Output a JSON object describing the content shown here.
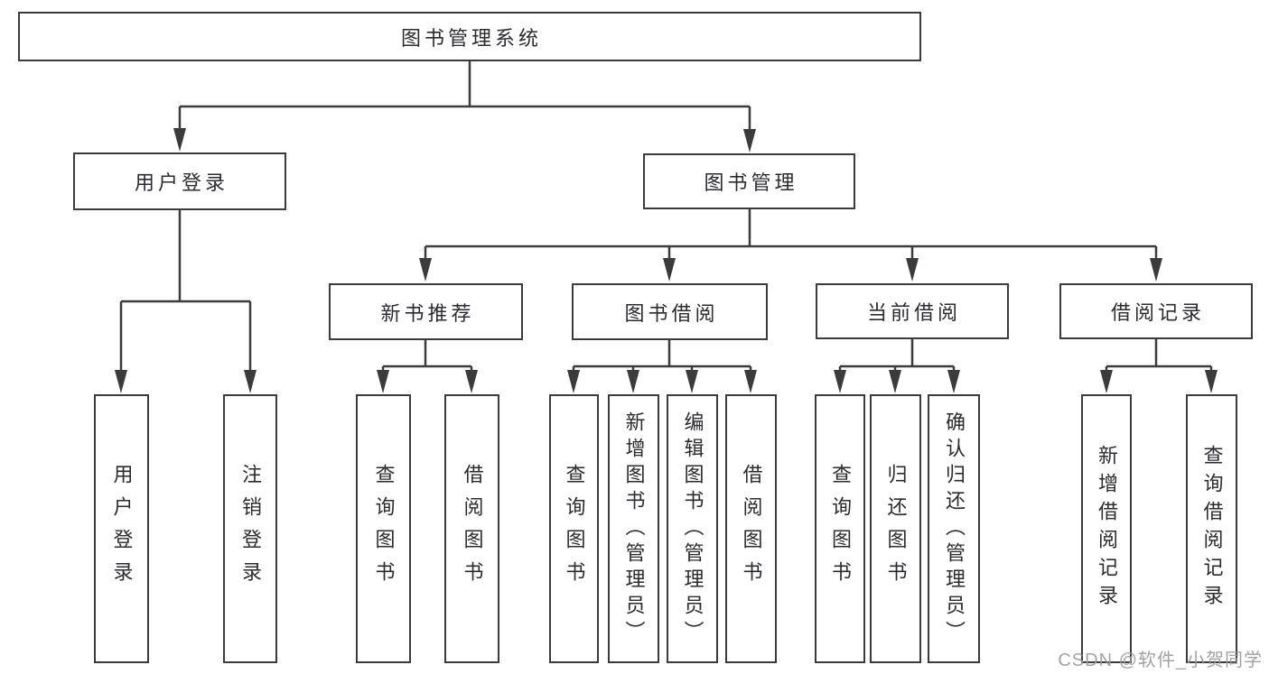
{
  "diagram": {
    "tree": {
      "label": "图书管理系统",
      "children": [
        {
          "label": "用户登录",
          "children": [
            {
              "label": "用户登录"
            },
            {
              "label": "注销登录"
            }
          ]
        },
        {
          "label": "图书管理",
          "children": [
            {
              "label": "新书推荐",
              "children": [
                {
                  "label": "查询图书"
                },
                {
                  "label": "借阅图书"
                }
              ]
            },
            {
              "label": "图书借阅",
              "children": [
                {
                  "label": "查询图书"
                },
                {
                  "label": "新增图书（管理员）"
                },
                {
                  "label": "编辑图书（管理员）"
                },
                {
                  "label": "借阅图书"
                }
              ]
            },
            {
              "label": "当前借阅",
              "children": [
                {
                  "label": "查询图书"
                },
                {
                  "label": "归还图书"
                },
                {
                  "label": "确认归还（管理员）"
                }
              ]
            },
            {
              "label": "借阅记录",
              "children": [
                {
                  "label": "新增借阅记录"
                },
                {
                  "label": "查询借阅记录"
                }
              ]
            }
          ]
        }
      ]
    },
    "colors": {
      "line": "#3b3b3b",
      "text": "#2b2b31",
      "background": "#ffffff",
      "watermark": "#9a9a9a"
    }
  },
  "watermark": {
    "text": "CSDN @软件_小贺同学"
  }
}
